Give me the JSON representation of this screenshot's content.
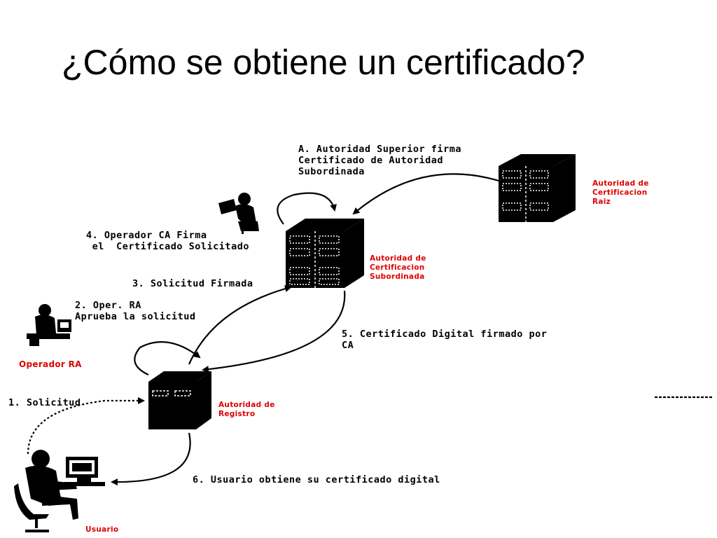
{
  "title": "¿Cómo se obtiene un certificado?",
  "steps": {
    "a": "A. Autoridad Superior firma\nCertificado de Autoridad\nSubordinada",
    "s4": "4. Operador CA Firma\n el  Certificado Solicitado",
    "s3": "3. Solicitud Firmada",
    "s2": "2. Oper. RA\nAprueba la solicitud",
    "s5": "5. Certificado Digital firmado por\nCA",
    "s1": "1. Solicitud",
    "s6": "6. Usuario obtiene su certificado digital"
  },
  "nodes": {
    "root_ca": "Autoridad de\nCertificacion\nRaiz",
    "sub_ca": "Autoridad de\nCertificacion\nSubordinada",
    "ra": "Autoridad de\nRegistro",
    "operator_ra": "Operador RA",
    "user": "Usuario"
  },
  "icons": [
    "server-icon",
    "person-at-computer-icon",
    "arrow-icon"
  ],
  "colors": {
    "label_red": "#e00000",
    "ink": "#000000"
  }
}
